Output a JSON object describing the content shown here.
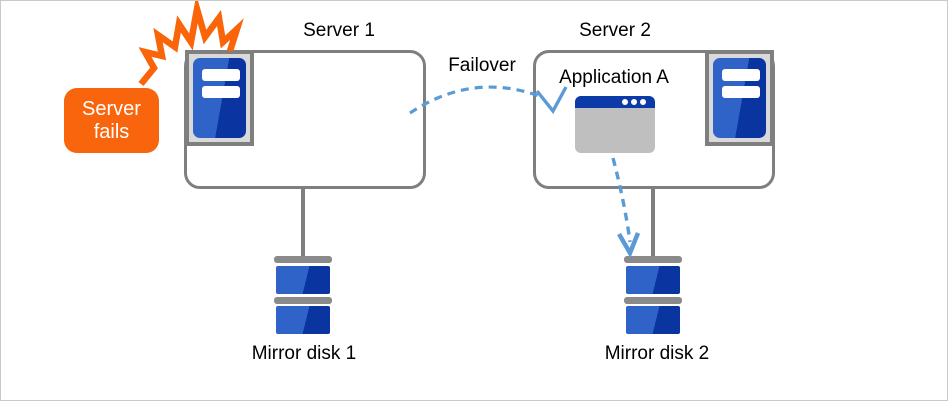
{
  "diagram": {
    "server1": {
      "title": "Server 1"
    },
    "server2": {
      "title": "Server 2",
      "application_label": "Application A"
    },
    "failover_label": "Failover",
    "server_fails_callout": {
      "line1": "Server",
      "line2": "fails"
    },
    "mirror_disk1_label": "Mirror disk 1",
    "mirror_disk2_label": "Mirror disk 2"
  },
  "icons": {
    "server_tower": "server-tower-icon",
    "application_window": "app-window-icon",
    "mirror_disk": "mirror-disk-icon",
    "failure_burst": "explosion-burst-icon",
    "failover_arrow": "failover-dashed-arrow",
    "app_to_disk_arrow": "app-to-disk-dashed-arrow"
  },
  "colors": {
    "callout_orange": "#f9650d",
    "burst_orange": "#f96508",
    "tower_blue_light": "#2f63c8",
    "tower_blue_dark": "#0a34a0",
    "titlebar_blue": "#0c3aa6",
    "window_body_gray": "#bfbfbf",
    "arrow_blue": "#5b9bd5",
    "border_gray": "#7f7f7f",
    "frame_fill_gray": "#d9d9d9",
    "disk_cap_gray": "#8a8a8a"
  }
}
